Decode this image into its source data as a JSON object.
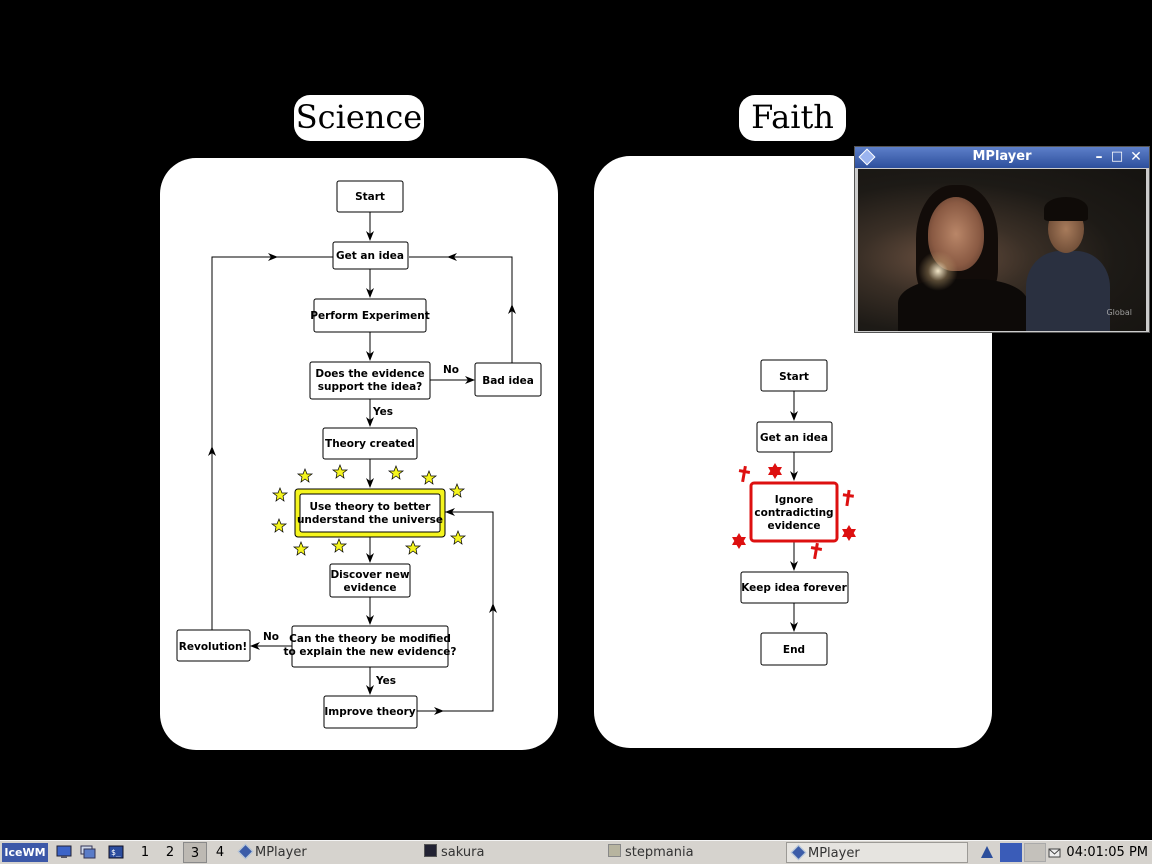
{
  "science": {
    "title": "Science",
    "nodes": {
      "start": "Start",
      "get_idea": "Get an idea",
      "perform": "Perform Experiment",
      "support_1": "Does the evidence",
      "support_2": "support the idea?",
      "bad_idea": "Bad idea",
      "no1": "No",
      "yes1": "Yes",
      "theory_created": "Theory created",
      "use_theory_1": "Use theory to better",
      "use_theory_2": "understand the universe",
      "discover_1": "Discover new",
      "discover_2": "evidence",
      "modify_1": "Can the theory be modified",
      "modify_2": "to explain the new evidence?",
      "revolution": "Revolution!",
      "no2": "No",
      "yes2": "Yes",
      "improve": "Improve theory"
    }
  },
  "faith": {
    "title": "Faith",
    "nodes": {
      "start": "Start",
      "get_idea": "Get an idea",
      "ignore_1": "Ignore",
      "ignore_2": "contradicting",
      "ignore_3": "evidence",
      "keep": "Keep idea forever",
      "end": "End"
    }
  },
  "mplayer": {
    "title": "MPlayer",
    "watermark": "Global"
  },
  "taskbar": {
    "start_label": "IceWM",
    "workspaces": [
      "1",
      "2",
      "3",
      "4"
    ],
    "active_workspace": "3",
    "tasks": [
      "MPlayer",
      "sakura",
      "stepmania",
      "MPlayer"
    ],
    "clock": "04:01:05 PM"
  },
  "colors": {
    "star_yellow": "#f5f51e",
    "faith_red": "#dd1010",
    "taskbar_bg": "#d6d3ce",
    "mplayer_title": "#3c5ca8"
  }
}
